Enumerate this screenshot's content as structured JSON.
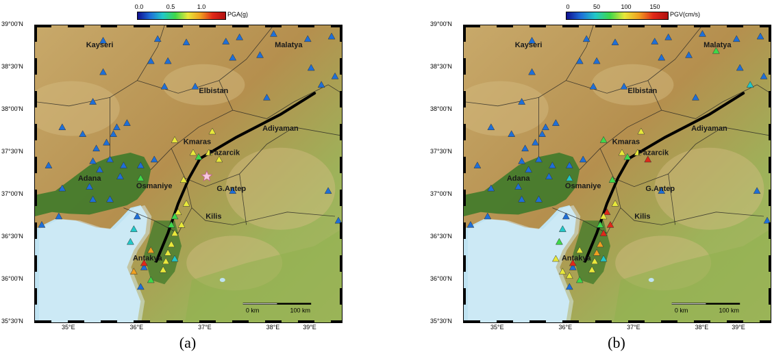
{
  "colors": {
    "triangle_scale": [
      "#101090",
      "#1e6fd8",
      "#22c8c8",
      "#3ed84a",
      "#e8e83a",
      "#f0a020",
      "#e02818"
    ],
    "fault": "#000000",
    "sea": "#bfe3f2",
    "lowland": "#3f7a2a",
    "upland": "#b99a5a"
  },
  "axes": {
    "lat_labels": [
      "39°00'N",
      "38°30'N",
      "38°00'N",
      "37°30'N",
      "37°00'N",
      "36°30'N",
      "36°00'N",
      "35°30'N"
    ],
    "lat_values": [
      39.0,
      38.5,
      38.0,
      37.5,
      37.0,
      36.5,
      36.0,
      35.5
    ],
    "lon_labels": [
      "35°E",
      "36°E",
      "37°E",
      "38°E",
      "39°E"
    ],
    "lon_values": [
      35,
      36,
      37,
      38,
      39
    ],
    "lon_range": [
      34.5,
      39.0
    ],
    "lat_range": [
      35.5,
      39.0
    ]
  },
  "cities": [
    {
      "name": "Kayseri",
      "lon": 35.45,
      "lat": 38.74
    },
    {
      "name": "Malatya",
      "lon": 38.22,
      "lat": 38.74
    },
    {
      "name": "Elbistan",
      "lon": 37.12,
      "lat": 38.2
    },
    {
      "name": "Adiyaman",
      "lon": 38.1,
      "lat": 37.76
    },
    {
      "name": "Kmaras",
      "lon": 36.88,
      "lat": 37.6
    },
    {
      "name": "Pazarcik",
      "lon": 37.28,
      "lat": 37.47
    },
    {
      "name": "Adana",
      "lon": 35.3,
      "lat": 37.17
    },
    {
      "name": "Osmaniye",
      "lon": 36.25,
      "lat": 37.08
    },
    {
      "name": "G.Antep",
      "lon": 37.38,
      "lat": 37.05
    },
    {
      "name": "Kilis",
      "lon": 37.12,
      "lat": 36.72
    },
    {
      "name": "Antakya",
      "lon": 36.15,
      "lat": 36.23
    }
  ],
  "fault_line": [
    [
      36.28,
      36.22
    ],
    [
      36.45,
      36.55
    ],
    [
      36.6,
      36.9
    ],
    [
      36.76,
      37.2
    ],
    [
      36.92,
      37.43
    ],
    [
      37.45,
      37.68
    ],
    [
      38.1,
      37.95
    ],
    [
      38.6,
      38.2
    ]
  ],
  "epicenter": {
    "lon": 37.02,
    "lat": 37.22
  },
  "scale_bar": {
    "labels": [
      "0 km",
      "100 km"
    ],
    "lon_start": 37.55,
    "lon_end": 38.55,
    "lat": 35.72
  },
  "panels": [
    {
      "label": "(a)",
      "colorbar": {
        "ticks": [
          "0.0",
          "0.5",
          "1.0"
        ],
        "tick_pos": [
          0.02,
          0.38,
          0.73
        ],
        "unit": "PGA(g)"
      },
      "stations": [
        [
          35.5,
          38.82,
          1
        ],
        [
          36.3,
          38.84,
          1
        ],
        [
          36.72,
          38.8,
          1
        ],
        [
          37.5,
          38.86,
          1
        ],
        [
          37.3,
          38.81,
          1
        ],
        [
          38.0,
          38.9,
          1
        ],
        [
          38.5,
          38.84,
          1
        ],
        [
          38.85,
          38.87,
          1
        ],
        [
          35.5,
          38.45,
          1
        ],
        [
          36.2,
          38.58,
          1
        ],
        [
          36.45,
          38.58,
          1
        ],
        [
          37.4,
          38.62,
          1
        ],
        [
          37.8,
          38.65,
          1
        ],
        [
          38.55,
          38.5,
          1
        ],
        [
          38.9,
          38.4,
          1
        ],
        [
          35.35,
          38.1,
          1
        ],
        [
          36.4,
          38.28,
          1
        ],
        [
          36.85,
          38.28,
          1
        ],
        [
          37.9,
          38.15,
          1
        ],
        [
          38.7,
          38.3,
          1
        ],
        [
          34.9,
          37.8,
          1
        ],
        [
          35.2,
          37.72,
          1
        ],
        [
          35.4,
          37.55,
          1
        ],
        [
          35.55,
          37.62,
          1
        ],
        [
          35.65,
          37.72,
          1
        ],
        [
          35.7,
          37.8,
          1
        ],
        [
          35.85,
          37.85,
          1
        ],
        [
          35.35,
          37.4,
          1
        ],
        [
          35.45,
          37.3,
          1
        ],
        [
          35.6,
          37.42,
          1
        ],
        [
          36.25,
          37.42,
          1
        ],
        [
          34.7,
          37.35,
          1
        ],
        [
          34.9,
          37.08,
          1
        ],
        [
          35.3,
          37.1,
          1
        ],
        [
          35.35,
          36.95,
          1
        ],
        [
          35.75,
          37.22,
          1
        ],
        [
          35.8,
          37.35,
          1
        ],
        [
          35.6,
          36.95,
          1
        ],
        [
          34.85,
          36.75,
          1
        ],
        [
          34.6,
          36.65,
          1
        ],
        [
          36.0,
          36.75,
          1
        ],
        [
          36.05,
          37.35,
          1
        ],
        [
          37.4,
          37.05,
          1
        ],
        [
          38.8,
          37.05,
          1
        ],
        [
          38.95,
          36.7,
          1
        ],
        [
          36.05,
          37.2,
          3
        ],
        [
          35.95,
          36.6,
          2
        ],
        [
          35.9,
          36.45,
          2
        ],
        [
          36.1,
          36.15,
          1
        ],
        [
          36.05,
          35.92,
          1
        ],
        [
          36.55,
          37.65,
          4
        ],
        [
          37.1,
          37.75,
          4
        ],
        [
          36.82,
          37.5,
          4
        ],
        [
          36.9,
          37.45,
          3
        ],
        [
          37.2,
          37.42,
          4
        ],
        [
          37.05,
          37.5,
          4
        ],
        [
          36.68,
          37.18,
          4
        ],
        [
          36.72,
          36.9,
          4
        ],
        [
          36.6,
          36.8,
          4
        ],
        [
          36.65,
          36.65,
          4
        ],
        [
          36.55,
          36.55,
          4
        ],
        [
          36.5,
          36.42,
          4
        ],
        [
          36.45,
          36.32,
          4
        ],
        [
          36.42,
          36.22,
          4
        ],
        [
          36.38,
          36.12,
          4
        ],
        [
          36.55,
          36.75,
          3
        ],
        [
          36.5,
          36.65,
          3
        ],
        [
          36.2,
          36.35,
          5
        ],
        [
          35.95,
          36.1,
          5
        ],
        [
          36.1,
          36.2,
          6
        ],
        [
          36.2,
          36.0,
          3
        ],
        [
          36.55,
          36.25,
          2
        ]
      ]
    },
    {
      "label": "(b)",
      "colorbar": {
        "ticks": [
          "0",
          "50",
          "100",
          "150"
        ],
        "tick_pos": [
          0.02,
          0.3,
          0.59,
          0.87
        ],
        "unit": "PGV(cm/s)"
      },
      "stations": [
        [
          35.5,
          38.82,
          1
        ],
        [
          36.3,
          38.84,
          1
        ],
        [
          36.72,
          38.8,
          1
        ],
        [
          37.5,
          38.86,
          1
        ],
        [
          37.3,
          38.81,
          1
        ],
        [
          38.0,
          38.9,
          1
        ],
        [
          38.5,
          38.84,
          1
        ],
        [
          38.85,
          38.87,
          1
        ],
        [
          35.5,
          38.45,
          1
        ],
        [
          36.2,
          38.58,
          1
        ],
        [
          36.45,
          38.58,
          1
        ],
        [
          37.4,
          38.62,
          1
        ],
        [
          37.8,
          38.65,
          1
        ],
        [
          38.55,
          38.5,
          1
        ],
        [
          38.9,
          38.4,
          1
        ],
        [
          38.2,
          38.7,
          3
        ],
        [
          35.35,
          38.1,
          1
        ],
        [
          36.4,
          38.28,
          1
        ],
        [
          36.85,
          38.28,
          1
        ],
        [
          37.9,
          38.15,
          1
        ],
        [
          38.7,
          38.3,
          2
        ],
        [
          34.9,
          37.8,
          1
        ],
        [
          35.2,
          37.72,
          1
        ],
        [
          35.4,
          37.55,
          1
        ],
        [
          35.55,
          37.62,
          1
        ],
        [
          35.65,
          37.72,
          1
        ],
        [
          35.7,
          37.8,
          1
        ],
        [
          35.85,
          37.85,
          1
        ],
        [
          35.35,
          37.4,
          1
        ],
        [
          35.45,
          37.3,
          1
        ],
        [
          35.6,
          37.42,
          1
        ],
        [
          36.25,
          37.42,
          1
        ],
        [
          34.7,
          37.35,
          1
        ],
        [
          34.9,
          37.08,
          1
        ],
        [
          35.3,
          37.1,
          1
        ],
        [
          35.35,
          36.95,
          1
        ],
        [
          35.75,
          37.22,
          1
        ],
        [
          35.8,
          37.35,
          1
        ],
        [
          35.6,
          36.95,
          1
        ],
        [
          34.85,
          36.75,
          1
        ],
        [
          34.6,
          36.65,
          1
        ],
        [
          36.0,
          36.75,
          1
        ],
        [
          36.05,
          37.35,
          1
        ],
        [
          37.4,
          37.05,
          1
        ],
        [
          38.8,
          37.05,
          1
        ],
        [
          38.95,
          36.7,
          1
        ],
        [
          36.05,
          37.2,
          2
        ],
        [
          35.95,
          36.6,
          2
        ],
        [
          35.9,
          36.45,
          3
        ],
        [
          36.1,
          36.15,
          1
        ],
        [
          36.05,
          35.92,
          1
        ],
        [
          36.55,
          37.65,
          3
        ],
        [
          37.1,
          37.75,
          4
        ],
        [
          36.82,
          37.5,
          4
        ],
        [
          36.9,
          37.45,
          3
        ],
        [
          37.2,
          37.42,
          6
        ],
        [
          37.05,
          37.5,
          4
        ],
        [
          36.68,
          37.18,
          3
        ],
        [
          36.72,
          36.9,
          4
        ],
        [
          36.6,
          36.8,
          6
        ],
        [
          36.65,
          36.65,
          6
        ],
        [
          36.55,
          36.55,
          6
        ],
        [
          36.5,
          36.42,
          5
        ],
        [
          36.45,
          36.32,
          5
        ],
        [
          36.42,
          36.22,
          4
        ],
        [
          36.38,
          36.12,
          4
        ],
        [
          36.55,
          36.75,
          4
        ],
        [
          36.5,
          36.65,
          3
        ],
        [
          36.2,
          36.35,
          4
        ],
        [
          35.95,
          36.1,
          4
        ],
        [
          36.1,
          36.2,
          6
        ],
        [
          36.2,
          36.0,
          3
        ],
        [
          36.55,
          36.25,
          2
        ],
        [
          35.85,
          36.25,
          4
        ],
        [
          36.05,
          36.05,
          4
        ]
      ]
    }
  ]
}
